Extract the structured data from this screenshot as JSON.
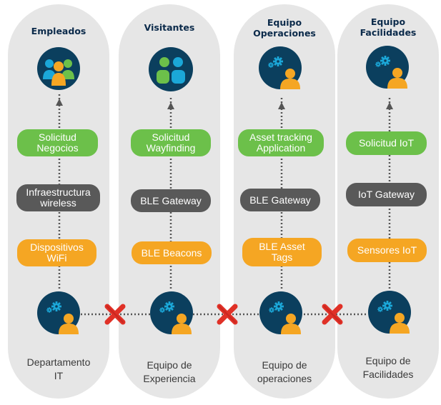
{
  "columns": [
    {
      "title": "Empleados",
      "pills": [
        {
          "label": "Solicitud\nNegocios"
        },
        {
          "label": "Infraestructura\nwireless"
        },
        {
          "label": "Dispositivos\nWiFi"
        }
      ],
      "footer": "Departamento\nIT"
    },
    {
      "title": "Visitantes",
      "pills": [
        {
          "label": "Solicitud\nWayfinding"
        },
        {
          "label": "BLE Gateway"
        },
        {
          "label": "BLE Beacons"
        }
      ],
      "footer": "Equipo de\nExperiencia"
    },
    {
      "title": "Equipo\nOperaciones",
      "pills": [
        {
          "label": "Asset tracking\nApplication"
        },
        {
          "label": "BLE Gateway"
        },
        {
          "label": "BLE Asset\nTags"
        }
      ],
      "footer": "Equipo de\noperaciones"
    },
    {
      "title": "Equipo\nFacilidades",
      "pills": [
        {
          "label": "Solicitud IoT"
        },
        {
          "label": "IoT Gateway"
        },
        {
          "label": "Sensores IoT"
        }
      ],
      "footer": "Equipo de\nFacilidades"
    }
  ],
  "icons": {
    "team_icon": "person-gear-icon",
    "visitors_icon": "group-people-icon",
    "blocked_marker": "red-x-icon"
  },
  "colors": {
    "column_bg": "#e6e6e6",
    "green": "#6cc04a",
    "dark": "#595959",
    "orange": "#f5a623",
    "navy": "#0b3f5e",
    "cyan": "#1ba7d8",
    "red": "#e03127"
  }
}
